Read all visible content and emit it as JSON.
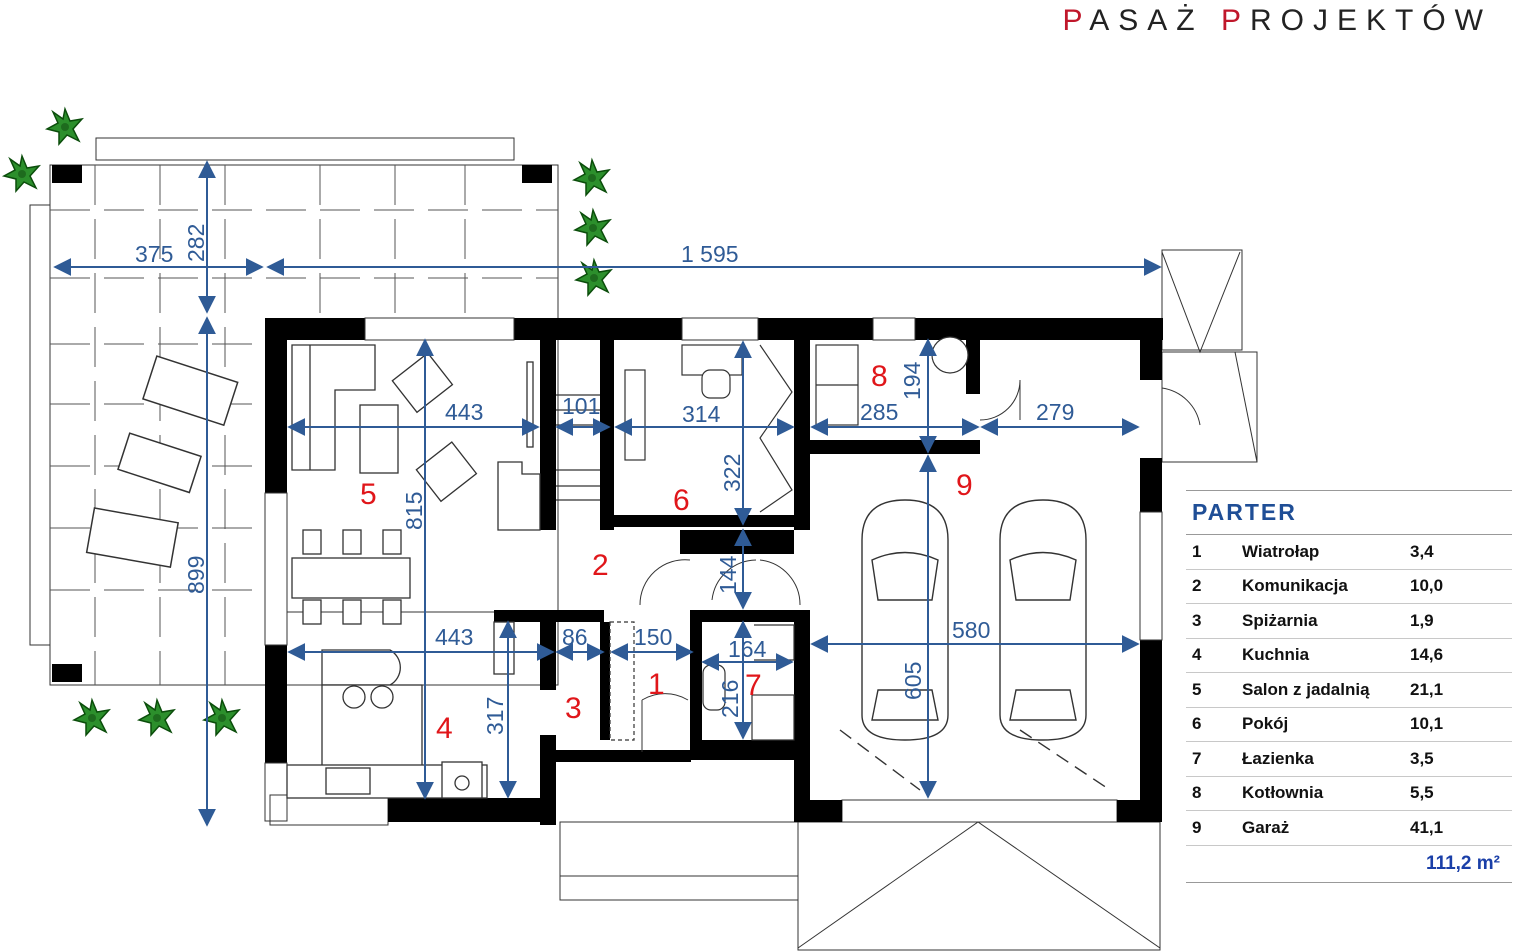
{
  "brand": {
    "part1": "P",
    "part2": "ASAŻ ",
    "part3": "P",
    "part4": "ROJEKTÓW"
  },
  "legend": {
    "title": "PARTER",
    "rooms": [
      {
        "no": "1",
        "name": "Wiatrołap",
        "area": "3,4"
      },
      {
        "no": "2",
        "name": "Komunikacja",
        "area": "10,0"
      },
      {
        "no": "3",
        "name": "Spiżarnia",
        "area": "1,9"
      },
      {
        "no": "4",
        "name": "Kuchnia",
        "area": "14,6"
      },
      {
        "no": "5",
        "name": "Salon z jadalnią",
        "area": "21,1"
      },
      {
        "no": "6",
        "name": "Pokój",
        "area": "10,1"
      },
      {
        "no": "7",
        "name": "Łazienka",
        "area": "3,5"
      },
      {
        "no": "8",
        "name": "Kotłownia",
        "area": "5,5"
      },
      {
        "no": "9",
        "name": "Garaż",
        "area": "41,1"
      }
    ],
    "total": "111,2 m²"
  },
  "room_numbers": {
    "r1": "1",
    "r2": "2",
    "r3": "3",
    "r4": "4",
    "r5": "5",
    "r6": "6",
    "r7": "7",
    "r8": "8",
    "r9": "9"
  },
  "dimensions": {
    "d375": "375",
    "d282": "282",
    "d1595": "1 595",
    "d899": "899",
    "d815": "815",
    "d443a": "443",
    "d101": "101",
    "d314": "314",
    "d322": "322",
    "d285": "285",
    "d194": "194",
    "d279": "279",
    "d144": "144",
    "d443b": "443",
    "d86": "86",
    "d150": "150",
    "d164": "164",
    "d580": "580",
    "d317": "317",
    "d216": "216",
    "d605": "605"
  },
  "colors": {
    "dimension": "#2f5b96",
    "room_number": "#e0161a",
    "brand_accent": "#c0172b",
    "legend_title": "#1f4e96",
    "total": "#1a3fa8"
  }
}
